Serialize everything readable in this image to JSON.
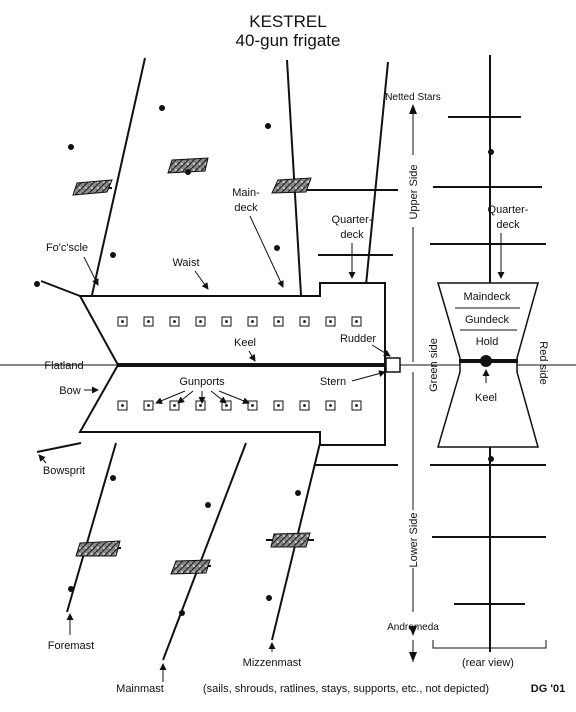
{
  "title": "KESTREL",
  "subtitle": "40-gun frigate",
  "labels": {
    "netted_stars": "Netted Stars",
    "upper_side": "Upper Side",
    "lower_side": "Lower Side",
    "andromeda": "Andromeda",
    "rear_view": "(rear view)",
    "maindeck": "Main-\ndeck",
    "quarterdeck": "Quarter-\ndeck",
    "focscle": "Fo'c'scle",
    "waist": "Waist",
    "keel": "Keel",
    "rudder": "Rudder",
    "flatland": "Flatland",
    "bow": "Bow",
    "gunports": "Gunports",
    "stern": "Stern",
    "bowsprit": "Bowsprit",
    "foremast": "Foremast",
    "mainmast": "Mainmast",
    "mizzenmast": "Mizzenmast",
    "note": "(sails, shrouds, ratlines, stays, supports, etc., not depicted)",
    "credit": "DG '01",
    "section_maindeck": "Maindeck",
    "section_gundeck": "Gundeck",
    "section_hold": "Hold",
    "section_keel": "Keel",
    "green_side": "Green side",
    "red_side": "Red side",
    "section_quarterdeck": "Quarter-\ndeck"
  }
}
